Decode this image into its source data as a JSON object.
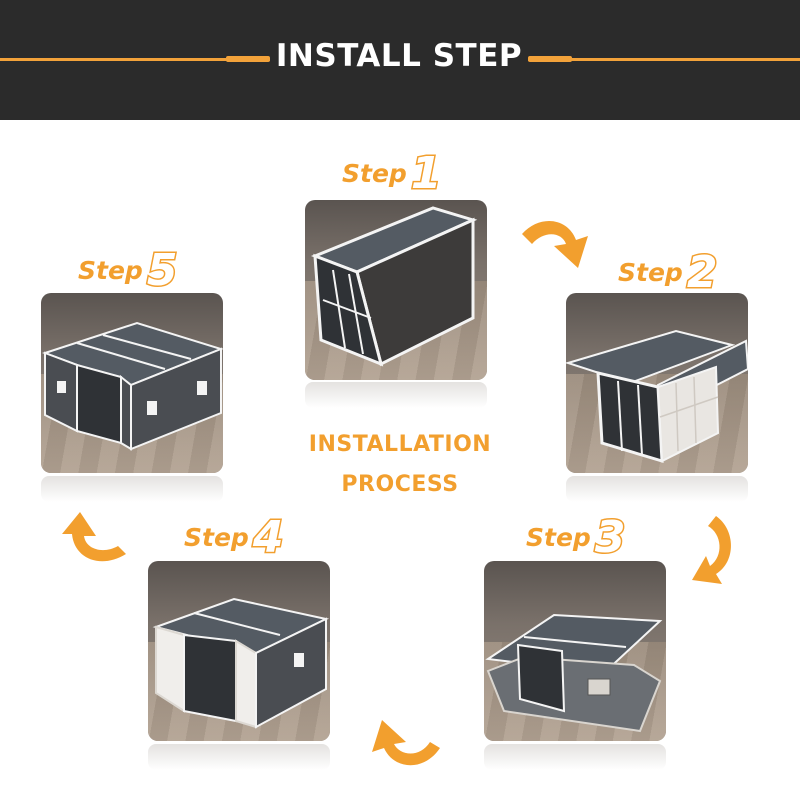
{
  "header": {
    "title": "INSTALL STEP"
  },
  "center": {
    "line1": "INSTALLATION",
    "line2": "PROCESS"
  },
  "steps": [
    {
      "word": "Step",
      "number": "1"
    },
    {
      "word": "Step",
      "number": "2"
    },
    {
      "word": "Step",
      "number": "3"
    },
    {
      "word": "Step",
      "number": "4"
    },
    {
      "word": "Step",
      "number": "5"
    }
  ],
  "colors": {
    "accent": "#f29f2e",
    "header_bg": "#2b2b2b",
    "roof": "#545b63",
    "frame": "#f4f4f4"
  },
  "icons": [
    "curved-arrow-icon"
  ]
}
